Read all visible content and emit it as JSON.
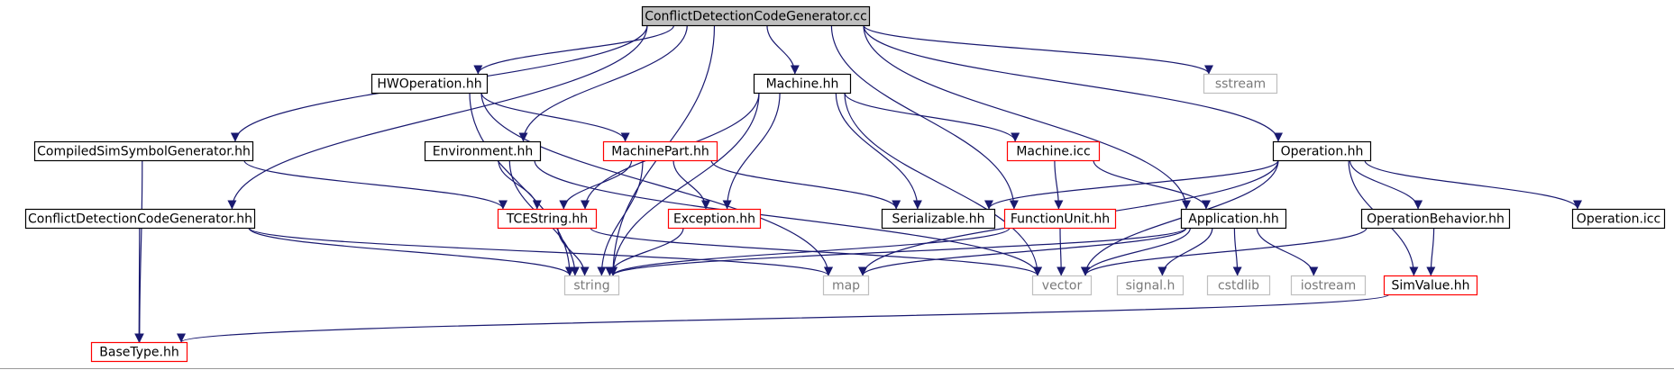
{
  "diagram": {
    "colors": {
      "edge": "#191970",
      "root_fill": "#bfbfbf",
      "normal_border": "#000000",
      "link_border": "#ff0000",
      "missing_border": "#bfbfbf",
      "background": "#ffffff"
    },
    "nodes": [
      {
        "id": "root",
        "label": "ConflictDetectionCodeGenerator.cc",
        "kind": "root"
      },
      {
        "id": "hwop",
        "label": "HWOperation.hh",
        "kind": "normal"
      },
      {
        "id": "machine",
        "label": "Machine.hh",
        "kind": "normal"
      },
      {
        "id": "sstream",
        "label": "sstream",
        "kind": "missing"
      },
      {
        "id": "compiled",
        "label": "CompiledSimSymbolGenerator.hh",
        "kind": "normal"
      },
      {
        "id": "environment",
        "label": "Environment.hh",
        "kind": "normal"
      },
      {
        "id": "machinepart",
        "label": "MachinePart.hh",
        "kind": "link"
      },
      {
        "id": "machineicc",
        "label": "Machine.icc",
        "kind": "link"
      },
      {
        "id": "operation",
        "label": "Operation.hh",
        "kind": "normal"
      },
      {
        "id": "cdcg",
        "label": "ConflictDetectionCodeGenerator.hh",
        "kind": "normal"
      },
      {
        "id": "tcestring",
        "label": "TCEString.hh",
        "kind": "link"
      },
      {
        "id": "exception",
        "label": "Exception.hh",
        "kind": "link"
      },
      {
        "id": "serializable",
        "label": "Serializable.hh",
        "kind": "normal"
      },
      {
        "id": "functionunit",
        "label": "FunctionUnit.hh",
        "kind": "link"
      },
      {
        "id": "application",
        "label": "Application.hh",
        "kind": "normal"
      },
      {
        "id": "opbehavior",
        "label": "OperationBehavior.hh",
        "kind": "normal"
      },
      {
        "id": "operationicc",
        "label": "Operation.icc",
        "kind": "normal"
      },
      {
        "id": "string",
        "label": "string",
        "kind": "missing"
      },
      {
        "id": "map",
        "label": "map",
        "kind": "missing"
      },
      {
        "id": "vector",
        "label": "vector",
        "kind": "missing"
      },
      {
        "id": "signal",
        "label": "signal.h",
        "kind": "missing"
      },
      {
        "id": "cstdlib",
        "label": "cstdlib",
        "kind": "missing"
      },
      {
        "id": "iostream",
        "label": "iostream",
        "kind": "missing"
      },
      {
        "id": "simvalue",
        "label": "SimValue.hh",
        "kind": "link"
      },
      {
        "id": "basetype",
        "label": "BaseType.hh",
        "kind": "link"
      }
    ],
    "edges": [
      [
        "root",
        "hwop"
      ],
      [
        "root",
        "machine"
      ],
      [
        "root",
        "sstream"
      ],
      [
        "root",
        "compiled"
      ],
      [
        "root",
        "environment"
      ],
      [
        "root",
        "operation"
      ],
      [
        "root",
        "cdcg"
      ],
      [
        "root",
        "string"
      ],
      [
        "root",
        "functionunit"
      ],
      [
        "root",
        "application"
      ],
      [
        "hwop",
        "machinepart"
      ],
      [
        "hwop",
        "string"
      ],
      [
        "hwop",
        "map"
      ],
      [
        "machine",
        "tcestring"
      ],
      [
        "machine",
        "machineicc"
      ],
      [
        "machine",
        "exception"
      ],
      [
        "machine",
        "serializable"
      ],
      [
        "machine",
        "string"
      ],
      [
        "machine",
        "vector"
      ],
      [
        "compiled",
        "tcestring"
      ],
      [
        "compiled",
        "basetype"
      ],
      [
        "environment",
        "tcestring"
      ],
      [
        "environment",
        "string"
      ],
      [
        "environment",
        "vector"
      ],
      [
        "machinepart",
        "tcestring"
      ],
      [
        "machinepart",
        "exception"
      ],
      [
        "machinepart",
        "serializable"
      ],
      [
        "machinepart",
        "string"
      ],
      [
        "machineicc",
        "functionunit"
      ],
      [
        "machineicc",
        "application"
      ],
      [
        "operation",
        "serializable"
      ],
      [
        "operation",
        "opbehavior"
      ],
      [
        "operation",
        "operationicc"
      ],
      [
        "operation",
        "simvalue"
      ],
      [
        "operation",
        "map"
      ],
      [
        "operation",
        "vector"
      ],
      [
        "cdcg",
        "basetype"
      ],
      [
        "cdcg",
        "string"
      ],
      [
        "cdcg",
        "map"
      ],
      [
        "tcestring",
        "string"
      ],
      [
        "tcestring",
        "vector"
      ],
      [
        "exception",
        "string"
      ],
      [
        "functionunit",
        "string"
      ],
      [
        "functionunit",
        "vector"
      ],
      [
        "application",
        "string"
      ],
      [
        "application",
        "map"
      ],
      [
        "application",
        "vector"
      ],
      [
        "application",
        "signal"
      ],
      [
        "application",
        "cstdlib"
      ],
      [
        "application",
        "iostream"
      ],
      [
        "opbehavior",
        "simvalue"
      ],
      [
        "opbehavior",
        "vector"
      ],
      [
        "simvalue",
        "basetype"
      ]
    ]
  }
}
